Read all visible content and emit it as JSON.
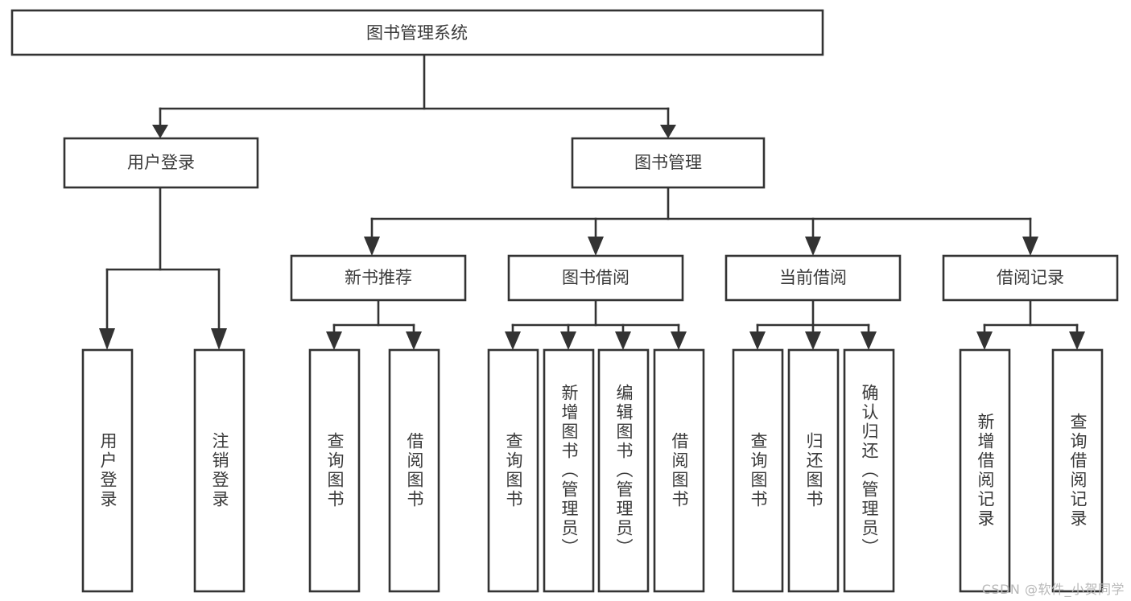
{
  "diagram": {
    "title": "图书管理系统",
    "type": "tree-hierarchy-diagram",
    "colors": {
      "stroke": "#333333",
      "fill": "#ffffff",
      "text": "#3a3a3a",
      "watermark": "#b8b8b8"
    },
    "root": {
      "label": "图书管理系统"
    },
    "level1": [
      {
        "label": "用户登录"
      },
      {
        "label": "图书管理"
      }
    ],
    "level2": [
      {
        "label": "新书推荐"
      },
      {
        "label": "图书借阅"
      },
      {
        "label": "当前借阅"
      },
      {
        "label": "借阅记录"
      }
    ],
    "leaves": {
      "user_login": [
        {
          "label": "用户登录"
        },
        {
          "label": "注销登录"
        }
      ],
      "new_book": [
        {
          "label": "查询图书"
        },
        {
          "label": "借阅图书"
        }
      ],
      "book_borrow": [
        {
          "label": "查询图书"
        },
        {
          "label": "新增图书（管理员）"
        },
        {
          "label": "编辑图书（管理员）"
        },
        {
          "label": "借阅图书"
        }
      ],
      "current_borrow": [
        {
          "label": "查询图书"
        },
        {
          "label": "归还图书"
        },
        {
          "label": "确认归还（管理员）"
        }
      ],
      "borrow_record": [
        {
          "label": "新增借阅记录"
        },
        {
          "label": "查询借阅记录"
        }
      ]
    }
  },
  "watermark": {
    "text": "CSDN @软件_小贺同学"
  }
}
